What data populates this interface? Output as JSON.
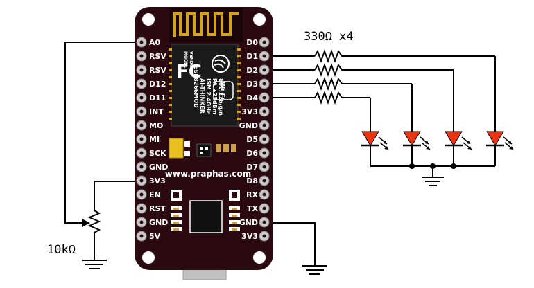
{
  "board": {
    "left_pins": [
      "A0",
      "RSV",
      "RSV",
      "D12",
      "D11",
      "INT",
      "MO",
      "MI",
      "SCK",
      "GND",
      "3V3",
      "EN",
      "RST",
      "GND",
      "5V"
    ],
    "right_pins": [
      "D0",
      "D1",
      "D2",
      "D3",
      "D4",
      "3V3",
      "GND",
      "D5",
      "D6",
      "D7",
      "D8",
      "RX",
      "TX",
      "GND",
      "3V3"
    ],
    "website": "www.praphas.com",
    "module": {
      "model_label": "MODEL",
      "vendor_label": "VENDOR",
      "fcc_mark": "FC",
      "model": "ESP8266MOD",
      "vendor": "AI-THINKER",
      "ism": "ISM 2.4GHz",
      "power": "PA +25dBm",
      "standard": "802.11b/g/n",
      "wifi_label": "Wi Fi"
    }
  },
  "resistor_array_label": "330Ω x4",
  "potentiometer_label": "10kΩ",
  "colors": {
    "board": "#2a0a10",
    "pad": "#c8c8c8",
    "led": "#ee3311",
    "antenna": "#d4a419",
    "usb": "#c0c0c0"
  }
}
